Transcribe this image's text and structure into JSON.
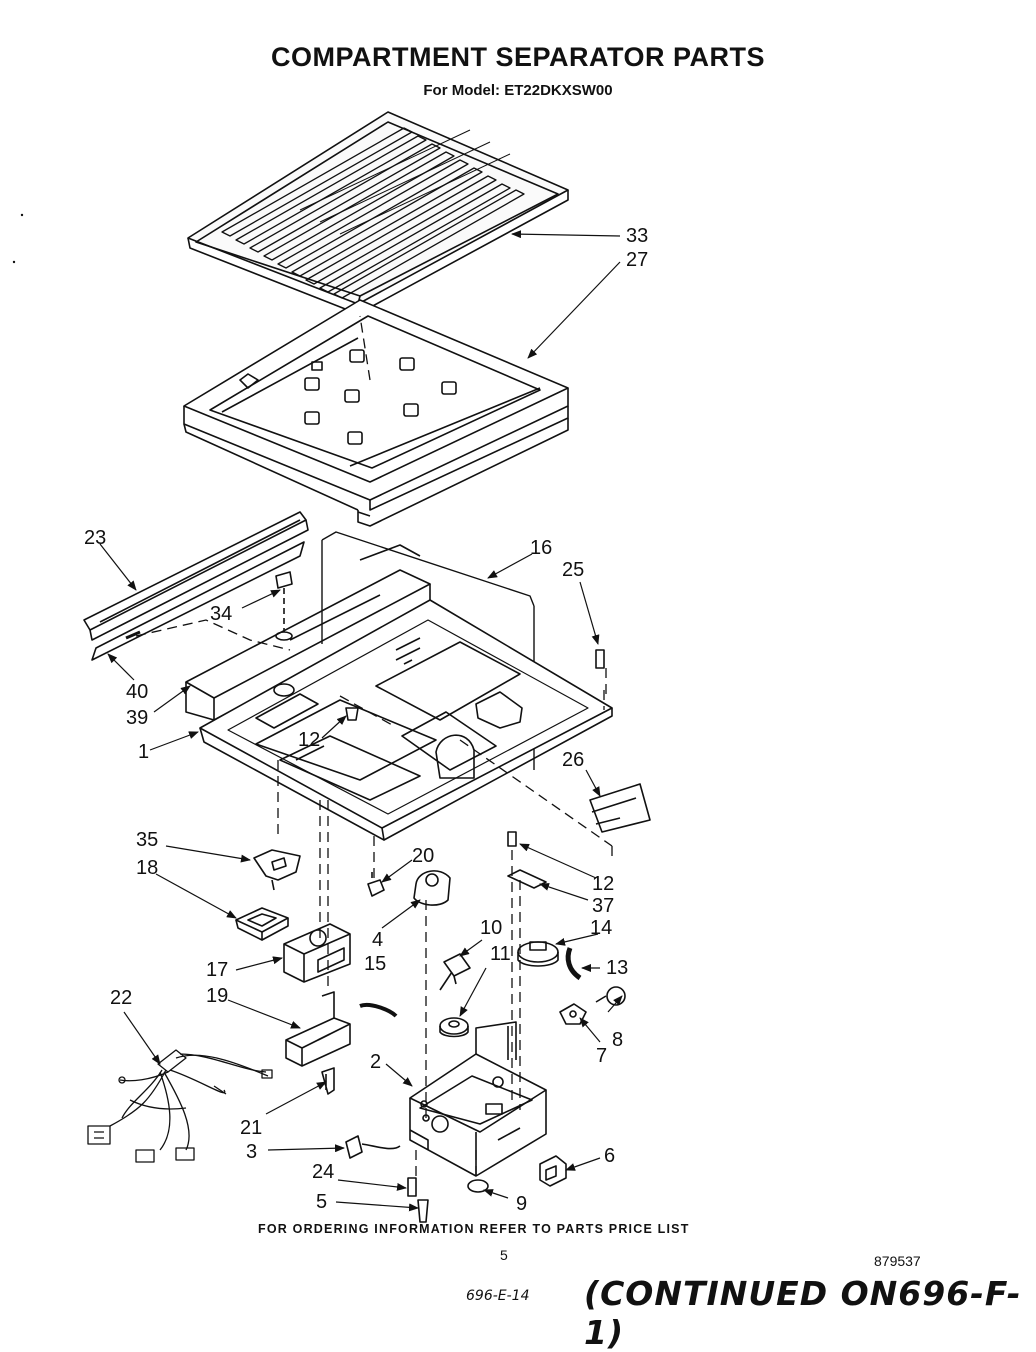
{
  "title": "COMPARTMENT SEPARATOR  PARTS",
  "subtitle": "For Model: ET22DKXSW00",
  "callouts": [
    "33",
    "27",
    "23",
    "16",
    "25",
    "34",
    "40",
    "39",
    "12",
    "1",
    "26",
    "35",
    "18",
    "20",
    "12",
    "37",
    "4",
    "10",
    "14",
    "17",
    "15",
    "11",
    "13",
    "8",
    "19",
    "7",
    "22",
    "2",
    "21",
    "3",
    "6",
    "24",
    "9",
    "5"
  ],
  "footer": {
    "ordering_note": "FOR ORDERING INFORMATION REFER TO PARTS PRICE LIST",
    "page_number": "5",
    "document_number": "879537",
    "handwritten_ref": "696-E-14",
    "continued_note": "(CONTINUED ON696-F-1)"
  }
}
